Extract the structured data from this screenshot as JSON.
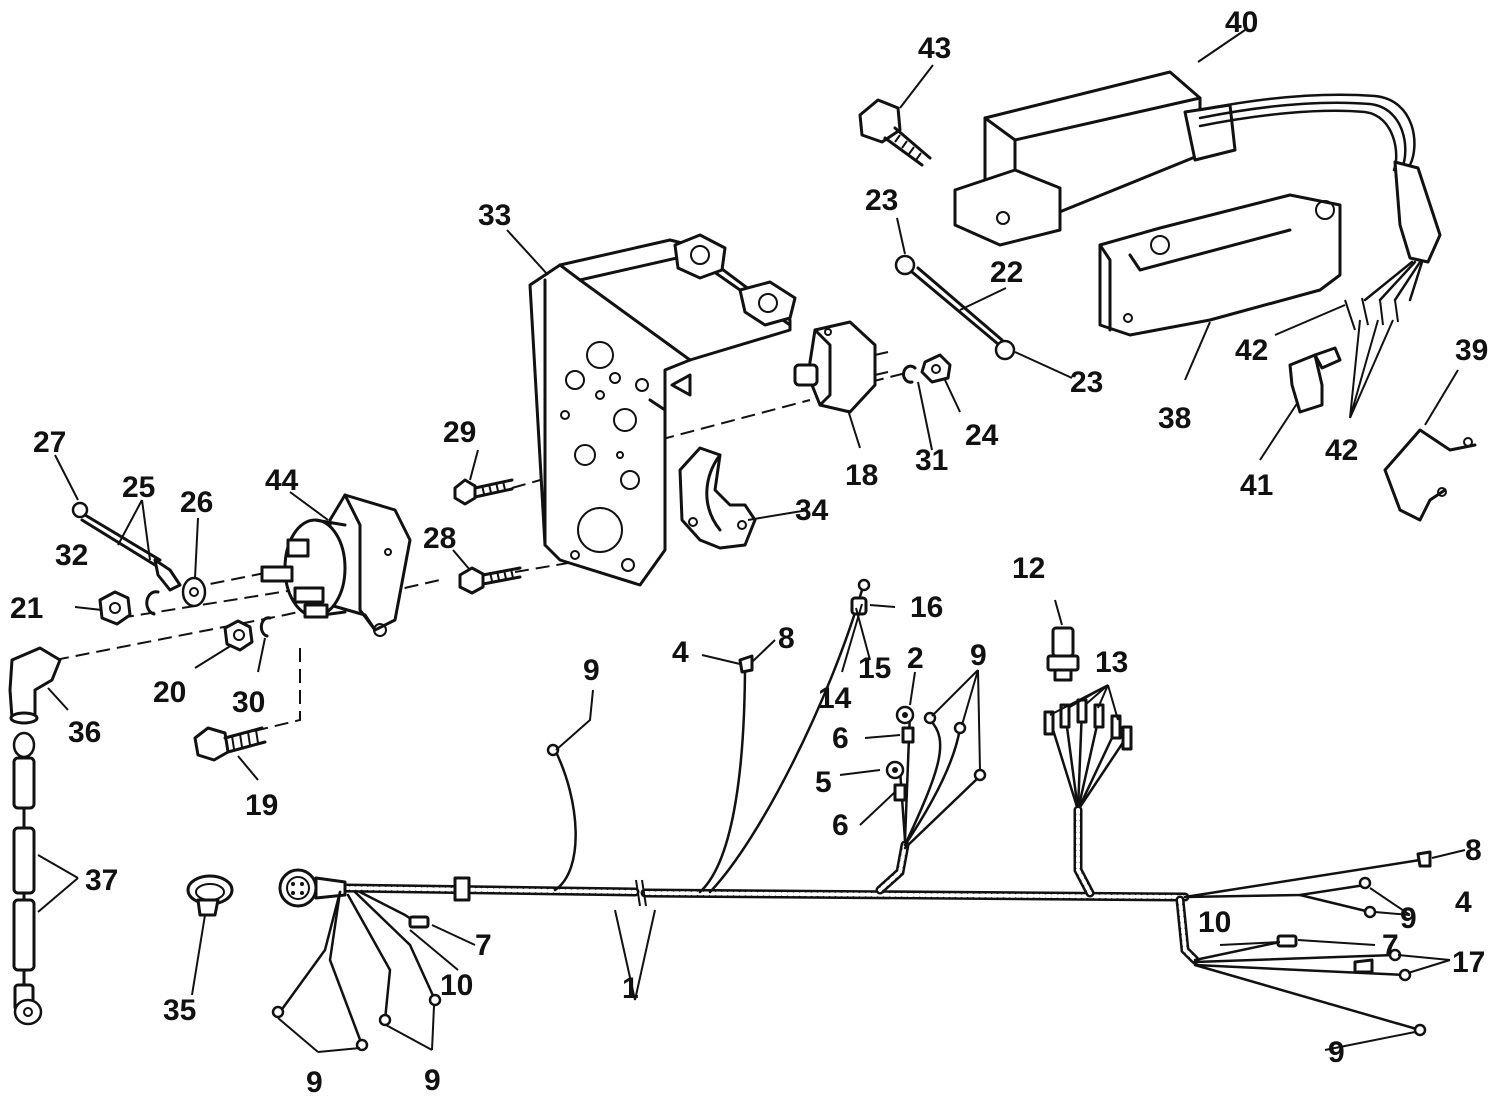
{
  "callouts": {
    "c1": "1",
    "c2": "2",
    "c4a": "4",
    "c4b": "4",
    "c5": "5",
    "c6a": "6",
    "c6b": "6",
    "c7a": "7",
    "c7b": "7",
    "c8a": "8",
    "c8b": "8",
    "c9a": "9",
    "c9b": "9",
    "c9c": "9",
    "c9d": "9",
    "c9e": "9",
    "c9f": "9",
    "c10a": "10",
    "c10b": "10",
    "c12": "12",
    "c13": "13",
    "c14": "14",
    "c15": "15",
    "c16": "16",
    "c17": "17",
    "c18": "18",
    "c19": "19",
    "c20": "20",
    "c21": "21",
    "c22": "22",
    "c23a": "23",
    "c23b": "23",
    "c24": "24",
    "c25": "25",
    "c26": "26",
    "c27": "27",
    "c28": "28",
    "c29": "29",
    "c30": "30",
    "c31": "31",
    "c32": "32",
    "c33": "33",
    "c34": "34",
    "c35": "35",
    "c36": "36",
    "c37": "37",
    "c38": "38",
    "c39": "39",
    "c40": "40",
    "c41": "41",
    "c42a": "42",
    "c42b": "42",
    "c43": "43",
    "c44": "44"
  }
}
